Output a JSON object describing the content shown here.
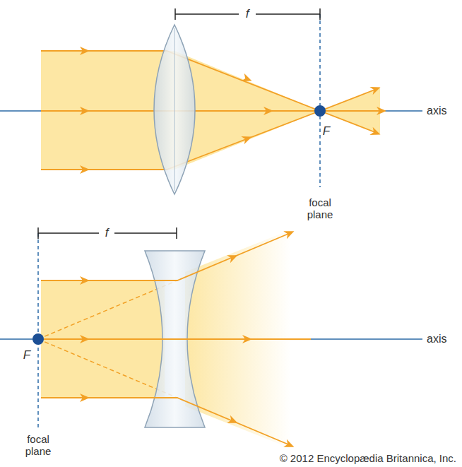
{
  "diagram": {
    "labels": [
      "f",
      "F",
      "focal plane",
      "axis",
      "f",
      "F",
      "focal plane",
      "axis",
      "© 2012 Encyclopædia Britannica, Inc."
    ]
  }
}
